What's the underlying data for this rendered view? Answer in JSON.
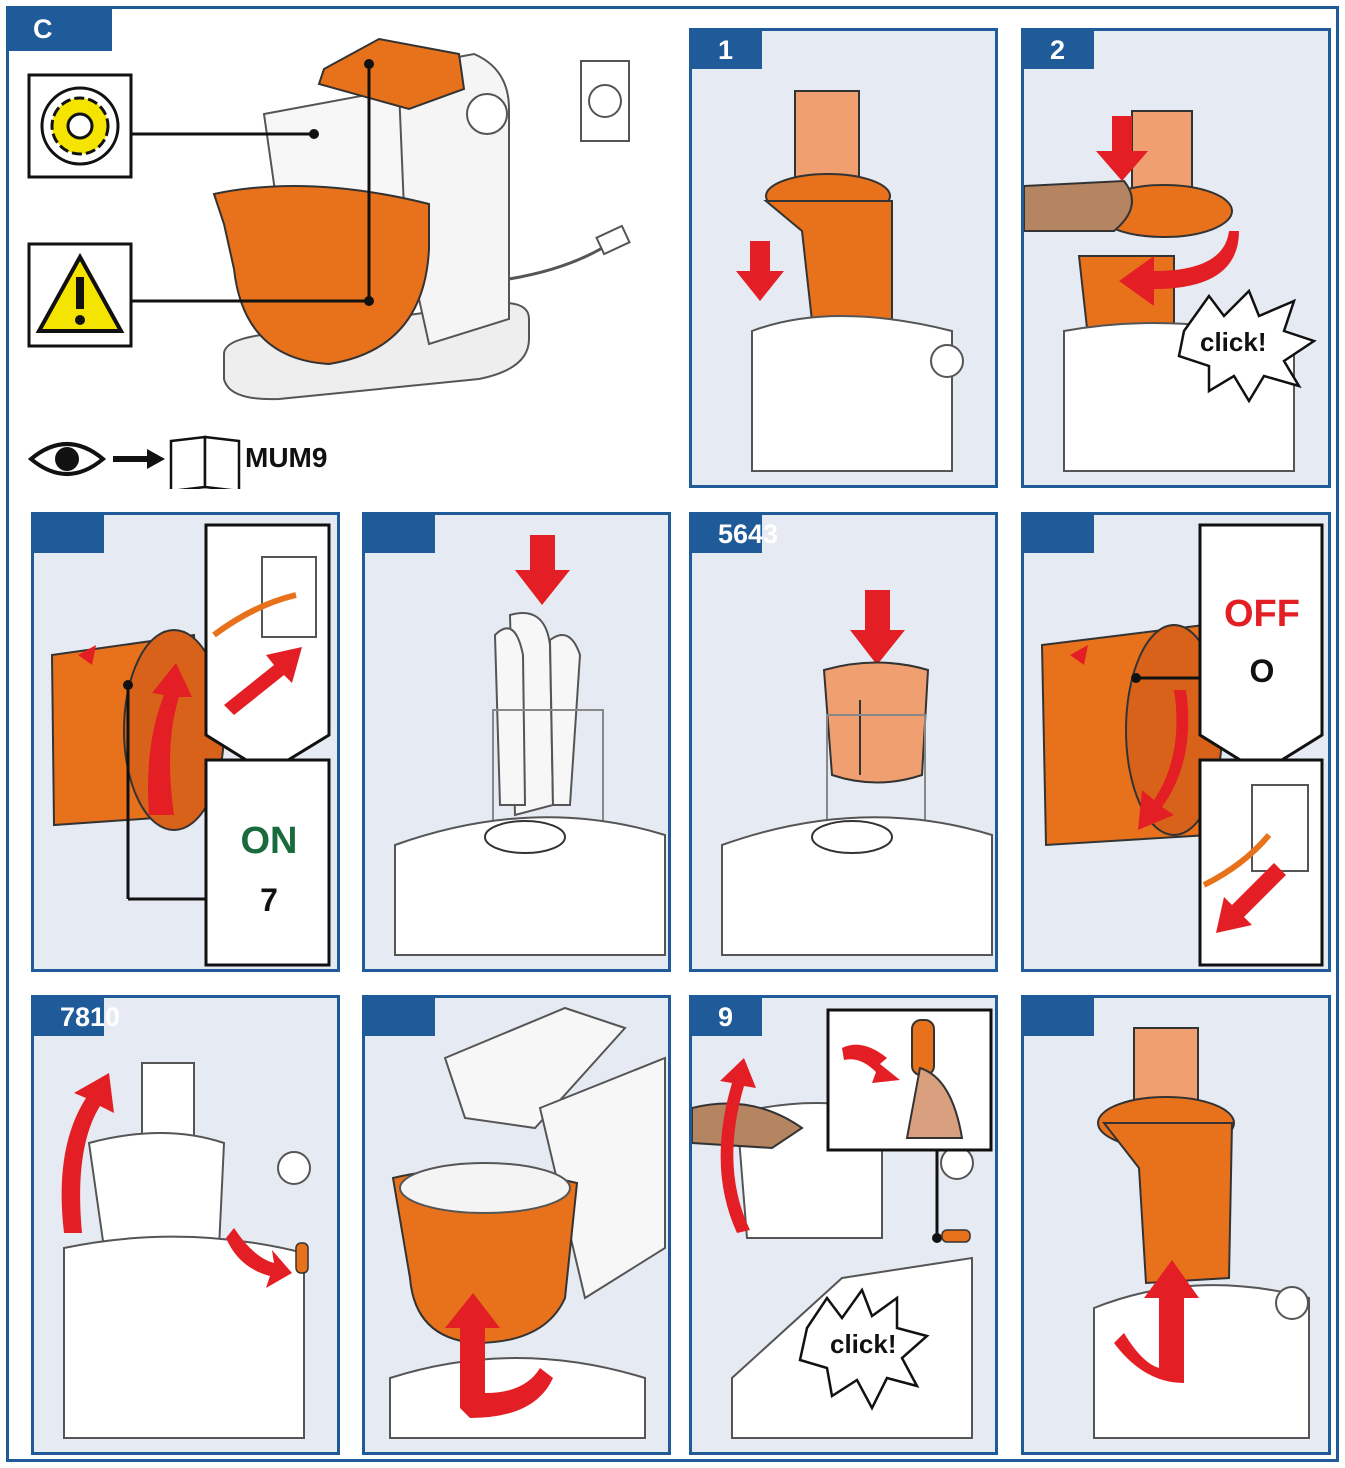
{
  "section_label": "C",
  "reference": {
    "manual_label": "MUM9"
  },
  "steps": [
    {
      "number": "1",
      "label": ""
    },
    {
      "number": "2",
      "label": "click!"
    },
    {
      "number": "",
      "on_label": "ON",
      "speed": "7"
    },
    {
      "number": ""
    },
    {
      "number": "5643"
    },
    {
      "number": "",
      "off_label": "OFF",
      "off_symbol": "O"
    },
    {
      "number": "7810"
    },
    {
      "number": ""
    },
    {
      "number": "9",
      "label": "click!"
    },
    {
      "number": ""
    }
  ],
  "colors": {
    "accent_blue": "#1f5a99",
    "appliance_orange": "#e8721c",
    "arrow_red": "#e31e24",
    "on_green": "#1a6b3c",
    "off_red": "#e31e24",
    "panel_bg": "#e6ebf3"
  },
  "icons": [
    "gear-icon",
    "warning-icon",
    "eye-icon",
    "arrow-right-icon",
    "book-icon",
    "plug-icon",
    "socket-icon"
  ]
}
